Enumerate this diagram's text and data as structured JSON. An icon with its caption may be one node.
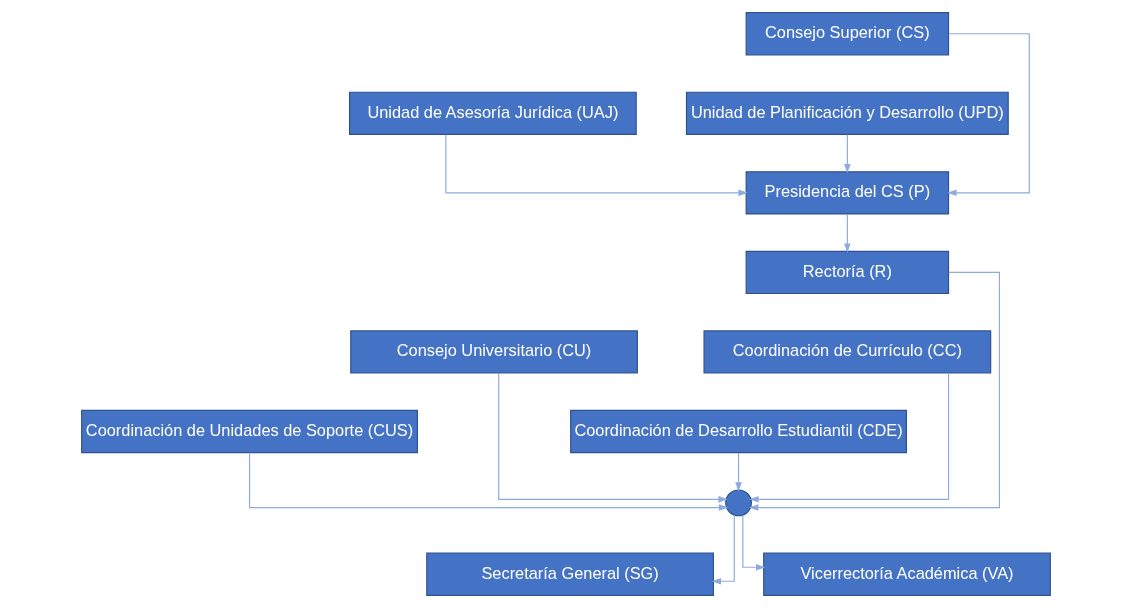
{
  "diagram": {
    "nodes": [
      {
        "text": [
          "Consejo Superior (CS)"
        ]
      },
      {
        "text": [
          "Unidad de Asesoría Jurídica (UAJ)"
        ]
      },
      {
        "text": [
          "Unidad de Planificación y Desarrollo (UPD)"
        ]
      },
      {
        "text": [
          "Presidencia del CS (P)"
        ]
      },
      {
        "text": [
          "Rectoría (R)"
        ]
      },
      {
        "text": [
          "Consejo Universitario (CU)"
        ]
      },
      {
        "text": [
          "Coordinación de Currículo (CC)"
        ]
      },
      {
        "text": [
          "Coordinación de Unidades de Soporte (CUS)"
        ]
      },
      {
        "text": [
          "Coordinación de Desarrollo Estudiantil (CDE)"
        ]
      },
      {
        "text": [],
        "shape": "circle"
      },
      {
        "text": [
          "Secretaría General (SG)"
        ]
      },
      {
        "text": [
          "Vicerrectoría Académica (VA)"
        ]
      }
    ],
    "edges": [
      {
        "from": 0,
        "to": 3,
        "arrow": "to"
      },
      {
        "from": 1,
        "to": 3,
        "arrow": "to"
      },
      {
        "from": 2,
        "to": 3,
        "arrow": "to"
      },
      {
        "from": 3,
        "to": 4,
        "arrow": "to"
      },
      {
        "from": 4,
        "to": 9,
        "arrow": "to"
      },
      {
        "from": 5,
        "to": 9,
        "arrow": "to"
      },
      {
        "from": 6,
        "to": 9,
        "arrow": "to"
      },
      {
        "from": 7,
        "to": 9,
        "arrow": "to"
      },
      {
        "from": 8,
        "to": 9,
        "arrow": "to"
      },
      {
        "from": 9,
        "to": 10,
        "arrow": "to"
      },
      {
        "from": 9,
        "to": 11,
        "arrow": "to"
      }
    ]
  }
}
